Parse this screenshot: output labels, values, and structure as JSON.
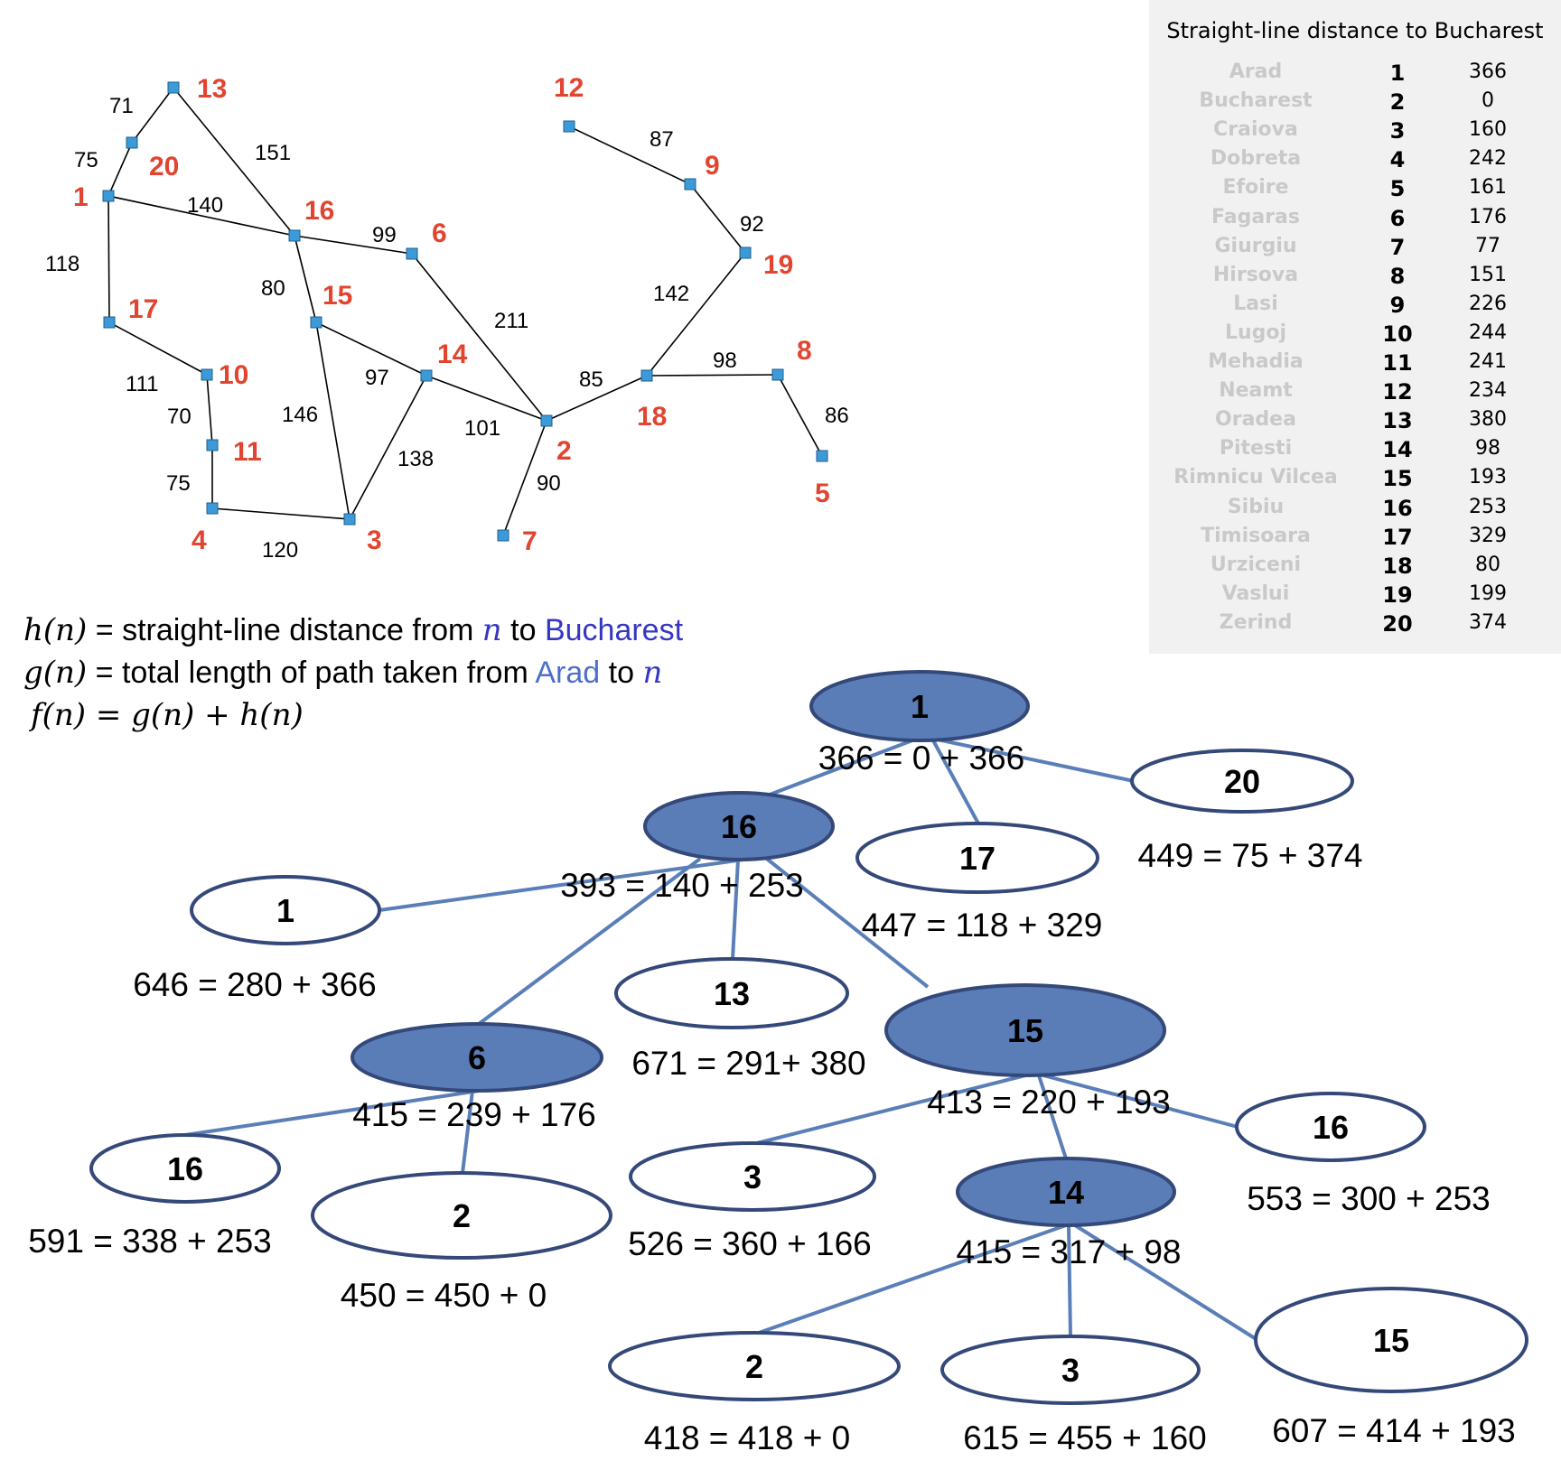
{
  "graph": {
    "nodes": [
      {
        "id": "1",
        "cx": 0
      },
      {
        "id": "2"
      },
      {
        "id": "3"
      },
      {
        "id": "4"
      },
      {
        "id": "5"
      },
      {
        "id": "6"
      },
      {
        "id": "7"
      },
      {
        "id": "8"
      },
      {
        "id": "9"
      },
      {
        "id": "10"
      },
      {
        "id": "11"
      },
      {
        "id": "12"
      },
      {
        "id": "13"
      },
      {
        "id": "14"
      },
      {
        "id": "15"
      },
      {
        "id": "16"
      },
      {
        "id": "17"
      },
      {
        "id": "18"
      },
      {
        "id": "19"
      },
      {
        "id": "20"
      }
    ],
    "edges": [
      {
        "from": "13",
        "to": "20",
        "weight": "71"
      },
      {
        "from": "20",
        "to": "1",
        "weight": "75"
      },
      {
        "from": "13",
        "to": "16",
        "weight": "151"
      },
      {
        "from": "1",
        "to": "16",
        "weight": "140"
      },
      {
        "from": "1",
        "to": "17",
        "weight": "118"
      },
      {
        "from": "16",
        "to": "6",
        "weight": "99"
      },
      {
        "from": "16",
        "to": "15",
        "weight": "80"
      },
      {
        "from": "17",
        "to": "10",
        "weight": "111"
      },
      {
        "from": "10",
        "to": "11",
        "weight": "70"
      },
      {
        "from": "11",
        "to": "4",
        "weight": "75"
      },
      {
        "from": "4",
        "to": "3",
        "weight": "120"
      },
      {
        "from": "15",
        "to": "3",
        "weight": "146"
      },
      {
        "from": "15",
        "to": "14",
        "weight": "97"
      },
      {
        "from": "14",
        "to": "3",
        "weight": "138"
      },
      {
        "from": "6",
        "to": "2",
        "weight": "211"
      },
      {
        "from": "14",
        "to": "2",
        "weight": "101"
      },
      {
        "from": "2",
        "to": "7",
        "weight": "90"
      },
      {
        "from": "2",
        "to": "18",
        "weight": "85"
      },
      {
        "from": "18",
        "to": "19",
        "weight": "142"
      },
      {
        "from": "19",
        "to": "9",
        "weight": "92"
      },
      {
        "from": "9",
        "to": "12",
        "weight": "87"
      },
      {
        "from": "18",
        "to": "8",
        "weight": "98"
      },
      {
        "from": "8",
        "to": "5",
        "weight": "86"
      }
    ]
  },
  "sld_table": {
    "title": "Straight-line distance to Bucharest",
    "rows": [
      {
        "name": "Arad",
        "id": "1",
        "value": "366"
      },
      {
        "name": "Bucharest",
        "id": "2",
        "value": "0"
      },
      {
        "name": "Craiova",
        "id": "3",
        "value": "160"
      },
      {
        "name": "Dobreta",
        "id": "4",
        "value": "242"
      },
      {
        "name": "Efoire",
        "id": "5",
        "value": "161"
      },
      {
        "name": "Fagaras",
        "id": "6",
        "value": "176"
      },
      {
        "name": "Giurgiu",
        "id": "7",
        "value": "77"
      },
      {
        "name": "Hirsova",
        "id": "8",
        "value": "151"
      },
      {
        "name": "Lasi",
        "id": "9",
        "value": "226"
      },
      {
        "name": "Lugoj",
        "id": "10",
        "value": "244"
      },
      {
        "name": "Mehadia",
        "id": "11",
        "value": "241"
      },
      {
        "name": "Neamt",
        "id": "12",
        "value": "234"
      },
      {
        "name": "Oradea",
        "id": "13",
        "value": "380"
      },
      {
        "name": "Pitesti",
        "id": "14",
        "value": "98"
      },
      {
        "name": "Rimnicu Vilcea",
        "id": "15",
        "value": "193"
      },
      {
        "name": "Sibiu",
        "id": "16",
        "value": "253"
      },
      {
        "name": "Timisoara",
        "id": "17",
        "value": "329"
      },
      {
        "name": "Urziceni",
        "id": "18",
        "value": "80"
      },
      {
        "name": "Vaslui",
        "id": "19",
        "value": "199"
      },
      {
        "name": "Zerind",
        "id": "20",
        "value": "374"
      }
    ]
  },
  "definitions": {
    "h": {
      "fn": "h(n)",
      "text": " = straight-line distance from ",
      "var": "n",
      "mid": " to ",
      "target": "Bucharest"
    },
    "g": {
      "fn": "g(n)",
      "text": " = total length of path taken from ",
      "source": "Arad",
      "mid": " to ",
      "var": "n"
    },
    "f": {
      "formula": "f(n) = g(n) + h(n)"
    }
  },
  "search_tree": {
    "nodes": [
      {
        "key": "a",
        "label": "1",
        "formula": "366 = 0 + 366",
        "expanded": true
      },
      {
        "key": "b",
        "label": "16",
        "formula": "393 = 140 + 253",
        "expanded": true
      },
      {
        "key": "c",
        "label": "17",
        "formula": "447 = 118 + 329",
        "expanded": false
      },
      {
        "key": "d",
        "label": "20",
        "formula": "449 = 75 + 374",
        "expanded": false
      },
      {
        "key": "e",
        "label": "1",
        "formula": "646 = 280 + 366",
        "expanded": false
      },
      {
        "key": "f",
        "label": "6",
        "formula": "415 = 239 + 176",
        "expanded": true
      },
      {
        "key": "g",
        "label": "13",
        "formula": "671 = 291+ 380",
        "expanded": false
      },
      {
        "key": "h",
        "label": "15",
        "formula": "413 = 220 + 193",
        "expanded": true
      },
      {
        "key": "i",
        "label": "16",
        "formula": "591 = 338 + 253",
        "expanded": false
      },
      {
        "key": "j",
        "label": "2",
        "formula": "450 = 450 + 0",
        "expanded": false
      },
      {
        "key": "k",
        "label": "3",
        "formula": "526 = 360 + 166",
        "expanded": false
      },
      {
        "key": "l",
        "label": "14",
        "formula": "415 = 317 + 98",
        "expanded": true
      },
      {
        "key": "m",
        "label": "16",
        "formula": "553 = 300 + 253",
        "expanded": false
      },
      {
        "key": "n",
        "label": "2",
        "formula": "418 = 418 + 0",
        "expanded": false
      },
      {
        "key": "o",
        "label": "3",
        "formula": "615 = 455 + 160",
        "expanded": false
      },
      {
        "key": "p",
        "label": "15",
        "formula": "607 = 414 + 193",
        "expanded": false
      }
    ],
    "edges": [
      {
        "from": "a",
        "to": "b"
      },
      {
        "from": "a",
        "to": "c"
      },
      {
        "from": "a",
        "to": "d"
      },
      {
        "from": "b",
        "to": "e"
      },
      {
        "from": "b",
        "to": "f"
      },
      {
        "from": "b",
        "to": "g"
      },
      {
        "from": "b",
        "to": "h"
      },
      {
        "from": "f",
        "to": "i"
      },
      {
        "from": "f",
        "to": "j"
      },
      {
        "from": "h",
        "to": "k"
      },
      {
        "from": "h",
        "to": "l"
      },
      {
        "from": "h",
        "to": "m"
      },
      {
        "from": "l",
        "to": "n"
      },
      {
        "from": "l",
        "to": "o"
      },
      {
        "from": "l",
        "to": "p"
      }
    ]
  }
}
